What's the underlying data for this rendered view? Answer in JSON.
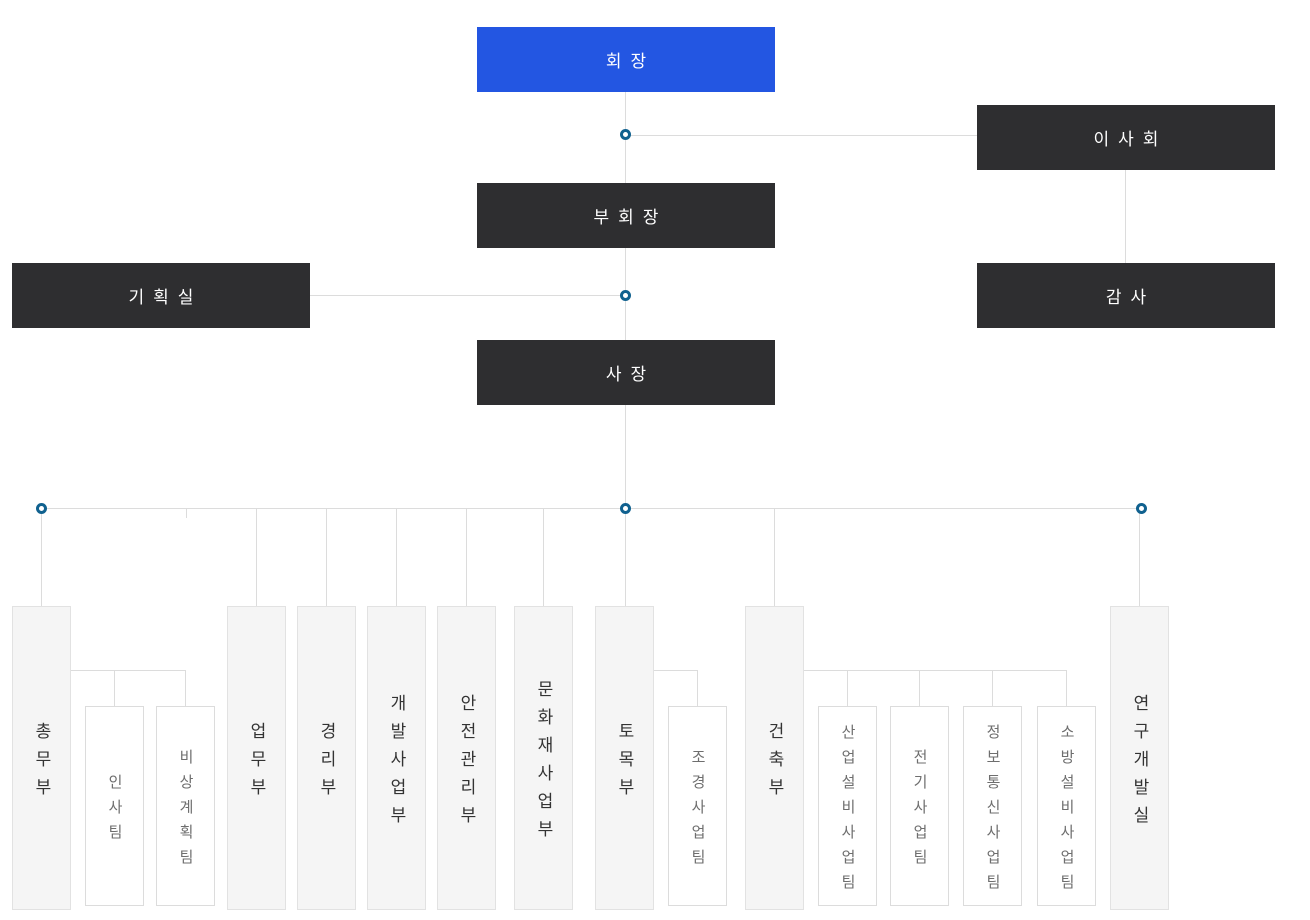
{
  "colors": {
    "chairman_bg": "#2356E2",
    "executive_bg": "#2E2E30",
    "connector_line": "#DCDCDC",
    "toggle_ring": "#10618F",
    "dept_bg": "#F5F5F5",
    "dept_border": "#E2E2E2",
    "team_bg": "#FFFFFF",
    "team_border": "#DCDCDC",
    "dept_text": "#333333",
    "team_text": "#6E6E6E",
    "executive_text": "#FFFFFF"
  },
  "executives": {
    "chairman": "회장",
    "board": "이사회",
    "vice_chairman": "부회장",
    "planning_office": "기획실",
    "auditor": "감사",
    "president": "사장"
  },
  "departments": [
    {
      "label": "총무부",
      "teams": [
        "인사팀",
        "비상계획팀"
      ]
    },
    {
      "label": "업무부",
      "teams": []
    },
    {
      "label": "경리부",
      "teams": []
    },
    {
      "label": "개발사업부",
      "teams": []
    },
    {
      "label": "안전관리부",
      "teams": []
    },
    {
      "label": "문화재사업부",
      "teams": []
    },
    {
      "label": "토목부",
      "teams": [
        "조경사업팀"
      ]
    },
    {
      "label": "건축부",
      "teams": [
        "산업설비사업팀",
        "전기사업팀",
        "정보통신사업팀",
        "소방설비사업팀"
      ]
    },
    {
      "label": "연구개발실",
      "teams": []
    }
  ]
}
